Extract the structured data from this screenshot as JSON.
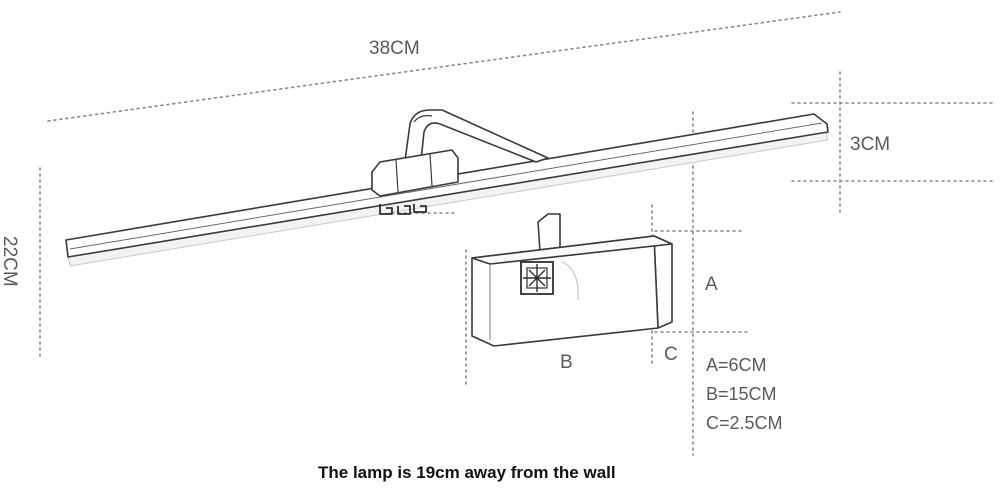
{
  "dimensions": {
    "length": "38CM",
    "height": "22CM",
    "depth": "3CM"
  },
  "base_labels": {
    "a": "A",
    "b": "B",
    "c": "C"
  },
  "legend": {
    "a": "A=6CM",
    "b": "B=15CM",
    "c": "C=2.5CM"
  },
  "caption": "The lamp is 19cm away from the wall",
  "colors": {
    "outline": "#3a3a3a",
    "dim_line": "#8a8a8a",
    "label": "#5a5a5a",
    "caption": "#111111",
    "ornament": "#2f2f2f"
  }
}
